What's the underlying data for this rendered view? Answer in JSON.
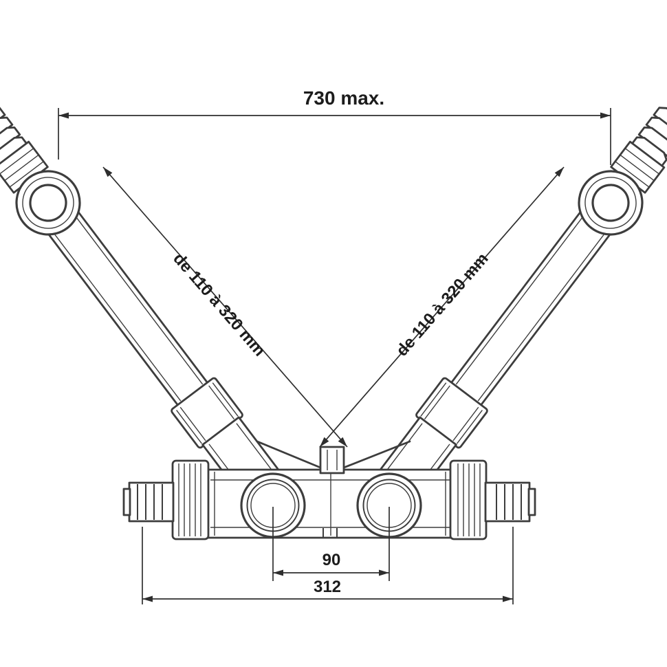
{
  "drawing": {
    "labels": {
      "top_width": "730 max.",
      "left_tube_range": "de 110 à 320 mm",
      "right_tube_range": "de 110 à 320 mm",
      "outlet_spacing": "90",
      "body_width": "312"
    },
    "colors": {
      "line": "#3d3d3d",
      "dimension": "#2e2e2e",
      "text": "#1c1c1c",
      "background": "#ffffff"
    }
  }
}
